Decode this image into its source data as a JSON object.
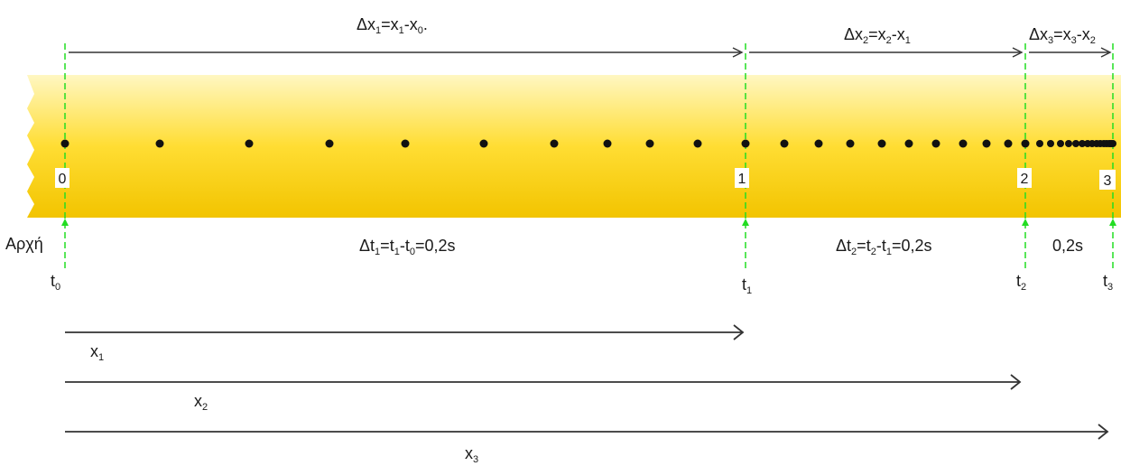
{
  "colors": {
    "tape_light": "#fff7c2",
    "tape_mid": "#ffdd33",
    "tape_dark": "#f2c400",
    "guide_line": "#22dd22",
    "dot": "#111111",
    "arrow": "#333333"
  },
  "start_label": "Αρχή",
  "intervals": [
    {
      "delta": "Δ",
      "var": "x",
      "i": "1",
      "eq": "=",
      "a": "x",
      "ai": "1",
      "minus": "-",
      "b": "x",
      "bi": "0",
      "tail": "."
    },
    {
      "delta": "Δ",
      "var": "x",
      "i": "2",
      "eq": "=",
      "a": "x",
      "ai": "2",
      "minus": "-",
      "b": "x",
      "bi": "1",
      "tail": ""
    },
    {
      "delta": "Δ",
      "var": "x",
      "i": "3",
      "eq": "=",
      "a": "x",
      "ai": "3",
      "minus": "-",
      "b": "x",
      "bi": "2",
      "tail": ""
    }
  ],
  "time_intervals": [
    {
      "delta": "Δ",
      "var": "t",
      "i": "1",
      "eq": "=",
      "a": "t",
      "ai": "1",
      "minus": "-",
      "b": "t",
      "bi": "0",
      "value": "=0,2s"
    },
    {
      "delta": "Δ",
      "var": "t",
      "i": "2",
      "eq": "=",
      "a": "t",
      "ai": "2",
      "minus": "-",
      "b": "t",
      "bi": "1",
      "value": "=0,2s"
    },
    {
      "value": "0,2s"
    }
  ],
  "markers": [
    {
      "number": "0",
      "t": "t",
      "ti": "0"
    },
    {
      "number": "1",
      "t": "t",
      "ti": "1"
    },
    {
      "number": "2",
      "t": "t",
      "ti": "2"
    },
    {
      "number": "3",
      "t": "t",
      "ti": "3"
    }
  ],
  "positions": [
    {
      "x": "x",
      "i": "1"
    },
    {
      "x": "x",
      "i": "2"
    },
    {
      "x": "x",
      "i": "3"
    }
  ],
  "dot_count": 52
}
